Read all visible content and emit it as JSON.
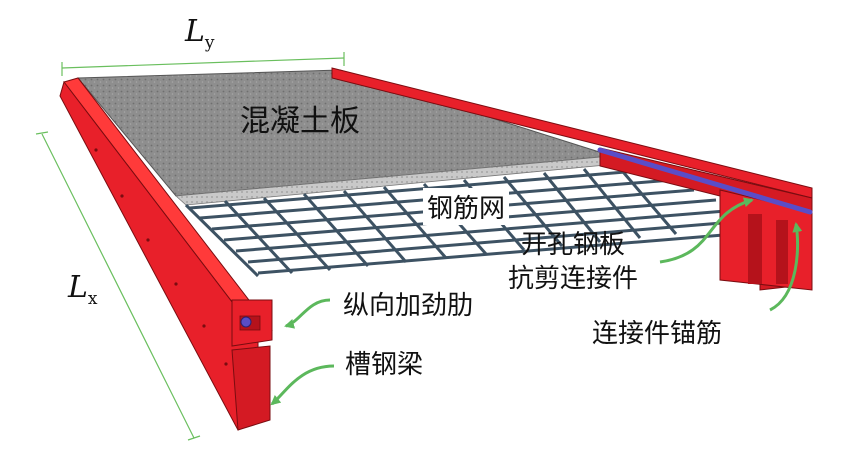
{
  "dimensions": {
    "ly_symbol": "L",
    "ly_sub": "y",
    "lx_symbol": "L",
    "lx_sub": "x"
  },
  "labels": {
    "slab": "混凝土板",
    "mesh": "钢筋网",
    "pbl_line1": "开孔钢板",
    "pbl_line2": "抗剪连接件",
    "rib": "纵向加劲肋",
    "beam": "槽钢梁",
    "anchor": "连接件锚筋"
  },
  "colors": {
    "steel_red": "#e8202a",
    "steel_dark": "#b5121b",
    "concrete": "#8c8c8c",
    "rebar": "#3d5263",
    "leader_green": "#5cb85c",
    "dimension_green": "#6abf5e"
  }
}
